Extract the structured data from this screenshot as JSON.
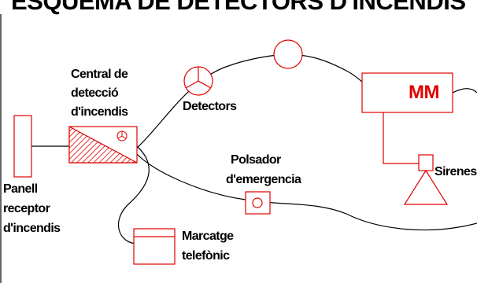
{
  "title": "ESQUEMA DE DETECTORS D'INCENDIS",
  "colors": {
    "accent": "#e00000",
    "line": "#000000",
    "background": "#ffffff"
  },
  "labels": {
    "central": [
      "Central de",
      "detecció",
      "d'incendis"
    ],
    "detectors": "Detectors",
    "mm": "MM",
    "sirenes": "Sirenes",
    "polsador": [
      "Polsador",
      "d'emergencia"
    ],
    "panell": [
      "Panell",
      "receptor",
      "d'incendis"
    ],
    "marcatge": [
      "Marcatge",
      "telefònic"
    ]
  }
}
